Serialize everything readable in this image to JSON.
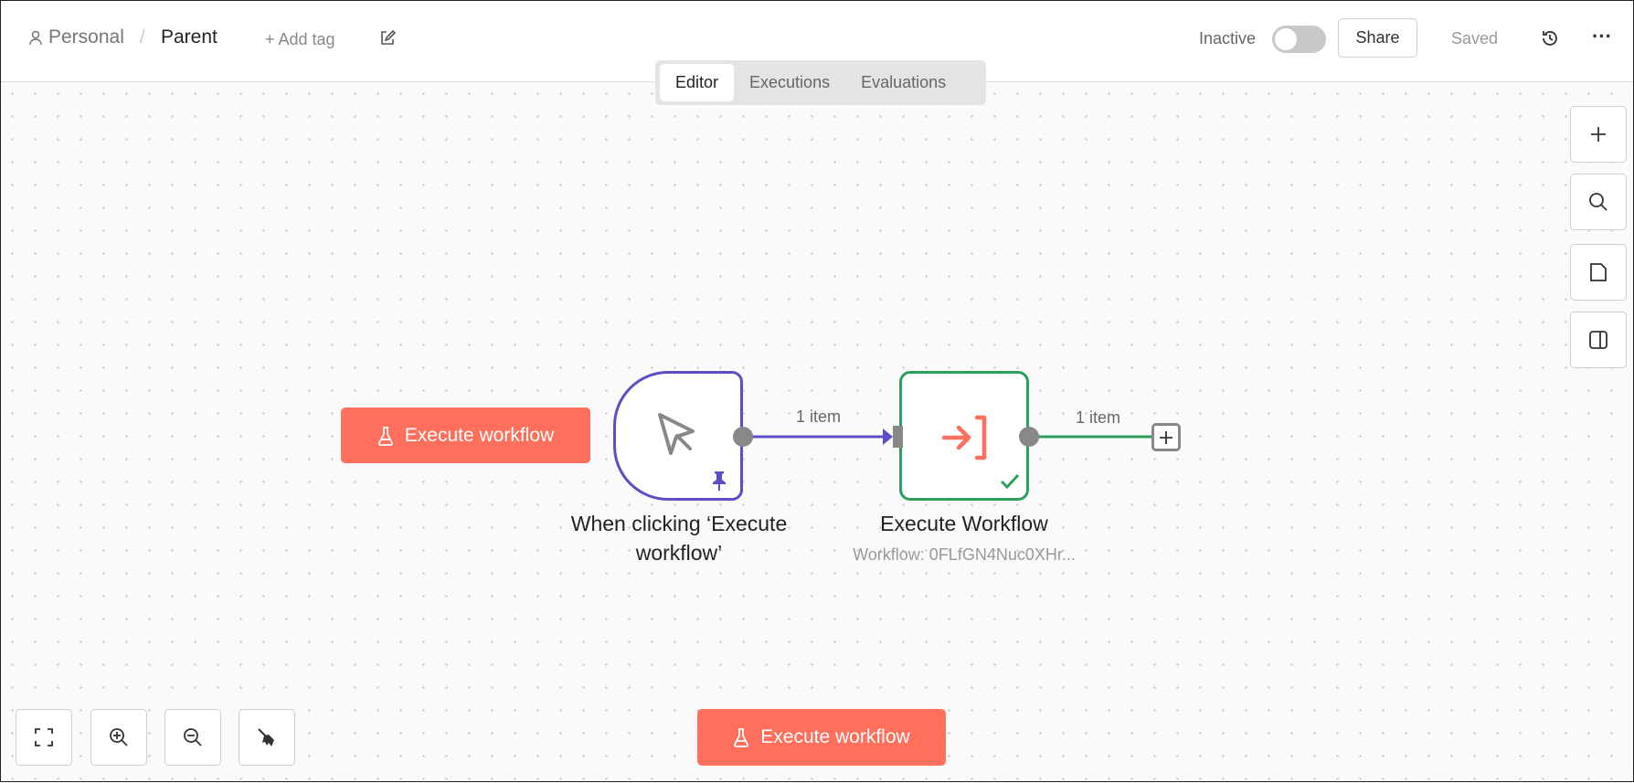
{
  "header": {
    "project": "Personal",
    "separator": "/",
    "workflow_name": "Parent",
    "add_tag": "+ Add tag",
    "status_label": "Inactive",
    "active": false,
    "share": "Share",
    "saved": "Saved"
  },
  "tabs": [
    {
      "label": "Editor",
      "active": true
    },
    {
      "label": "Executions",
      "active": false
    },
    {
      "label": "Evaluations",
      "active": false
    }
  ],
  "nodes": {
    "trigger": {
      "name": "When clicking ‘Execute workflow’",
      "line1": "When clicking ‘Execute",
      "line2": "workflow’",
      "icon": "mouse-pointer-icon",
      "pinned": true,
      "color": "#5b4ec6"
    },
    "execute": {
      "name": "Execute Workflow",
      "subtitle": "Workflow: 0FLfGN4Nuc0XHr...",
      "icon": "sign-in-icon",
      "success": true,
      "color": "#2aa05a"
    }
  },
  "connections": [
    {
      "label": "1 item"
    },
    {
      "label": "1 item"
    }
  ],
  "execute_button": "Execute workflow",
  "colors": {
    "accent": "#ff6f5c",
    "trigger_border": "#5b4ec6",
    "success": "#2aa05a"
  }
}
